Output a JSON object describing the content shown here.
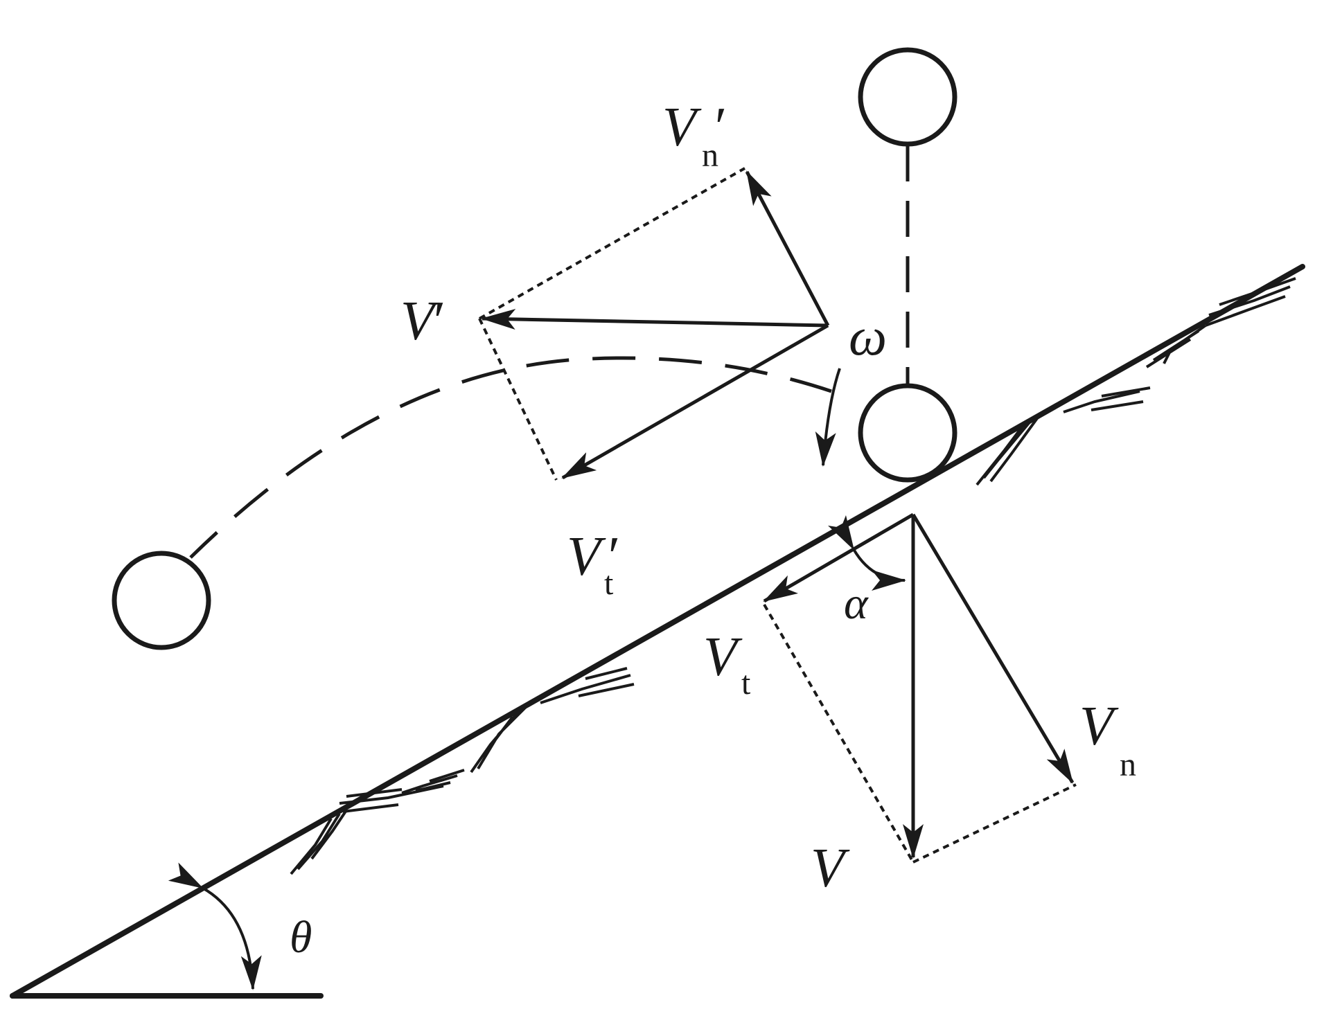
{
  "labels": {
    "vn_prime": {
      "main": "V",
      "sub": "n",
      "prime": "′"
    },
    "v_prime": {
      "main": "V",
      "prime": "′"
    },
    "vt_prime": {
      "main": "V",
      "sub": "t",
      "prime": "′"
    },
    "omega": "ω",
    "alpha": "α",
    "vt": {
      "main": "V",
      "sub": "t"
    },
    "vn": {
      "main": "V",
      "sub": "n"
    },
    "v": "V",
    "theta": "θ"
  },
  "colors": {
    "ink": "#1a1a1a",
    "background": "#ffffff"
  }
}
